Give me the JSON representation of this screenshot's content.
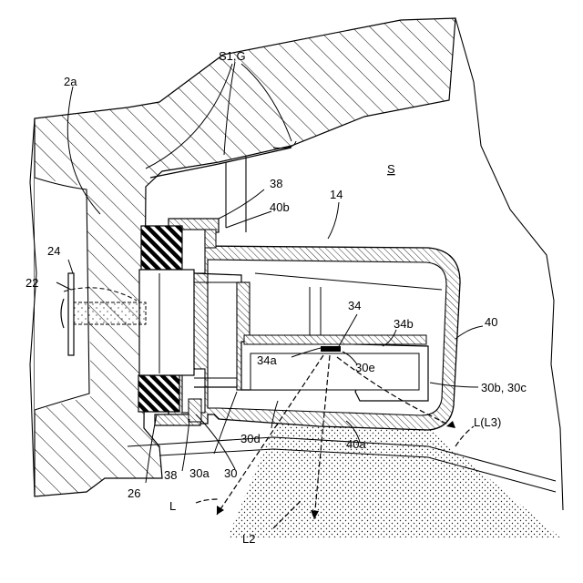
{
  "labels": {
    "s1g": "S1,G",
    "p2a": "2a",
    "s": "S",
    "p14": "14",
    "p38top": "38",
    "p40b": "40b",
    "p24": "24",
    "p22": "22",
    "p34": "34",
    "p34b": "34b",
    "p40": "40",
    "p34a": "34a",
    "p30e": "30e",
    "p30b30c": "30b, 30c",
    "lL3": "L(L3)",
    "p30d": "30d",
    "p40a": "40a",
    "p30a": "30a",
    "p30": "30",
    "p38bot": "38",
    "p26": "26",
    "lL": "L",
    "lL2": "L2"
  }
}
